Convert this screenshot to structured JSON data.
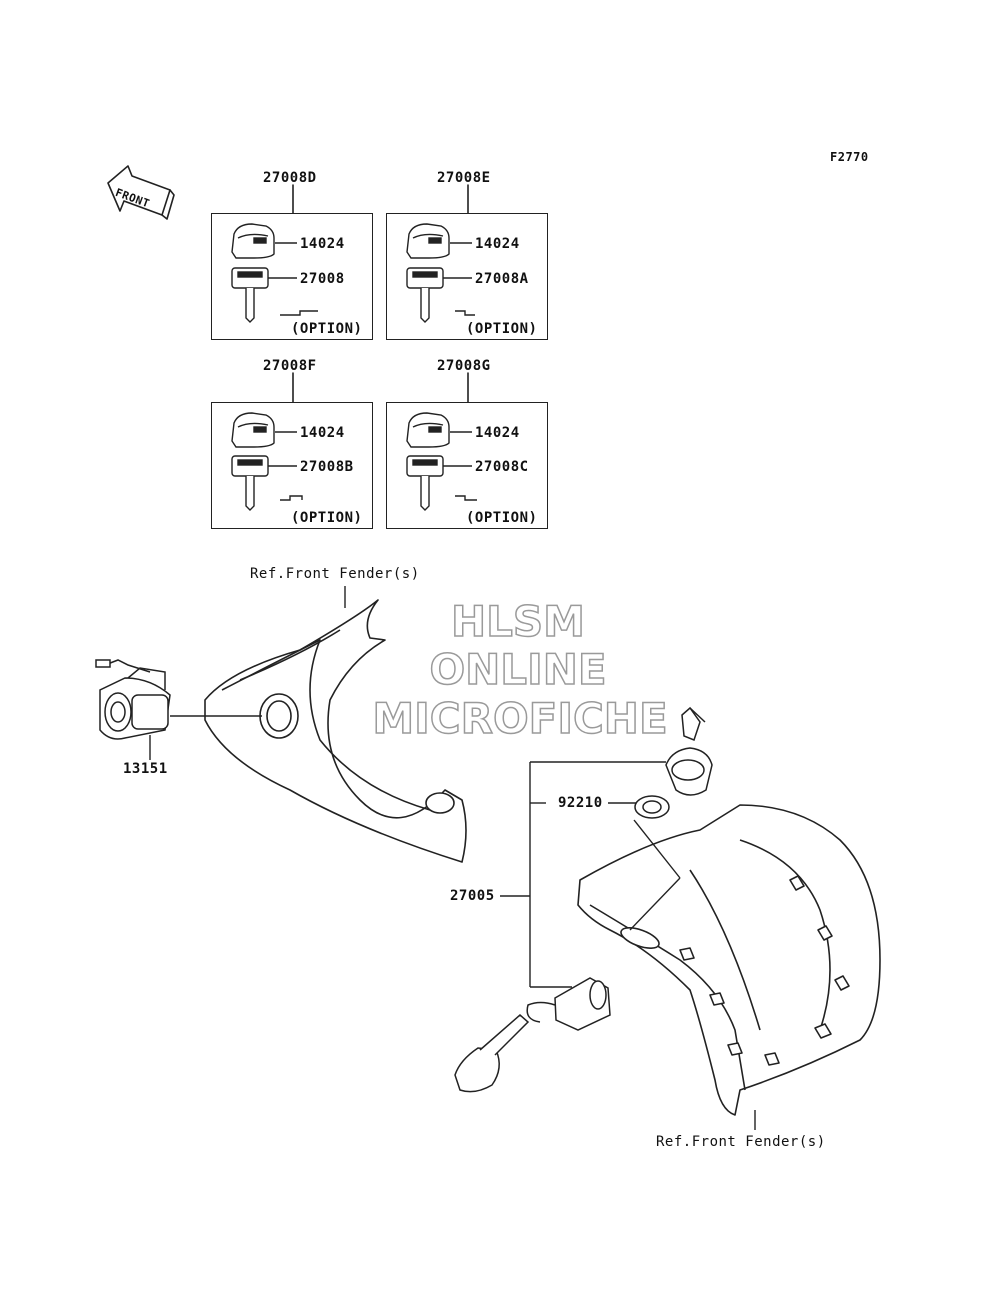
{
  "figure_code": "F2770",
  "front_arrow": {
    "label": "FRONT"
  },
  "key_sets": [
    {
      "set_no": "27008D",
      "knob": "14024",
      "key": "27008",
      "option": "(OPTION)"
    },
    {
      "set_no": "27008E",
      "knob": "14024",
      "key": "27008A",
      "option": "(OPTION)"
    },
    {
      "set_no": "27008F",
      "knob": "14024",
      "key": "27008B",
      "option": "(OPTION)"
    },
    {
      "set_no": "27008G",
      "knob": "14024",
      "key": "27008C",
      "option": "(OPTION)"
    }
  ],
  "ref_fender_top": "Ref.Front Fender(s)",
  "ref_fender_bottom": "Ref.Front Fender(s)",
  "part_switch_left": "13151",
  "part_nut": "92210",
  "part_assembly": "27005",
  "watermark": {
    "line1": "HLSM",
    "line2": "ONLINE",
    "line3": "MICROFICHE"
  }
}
